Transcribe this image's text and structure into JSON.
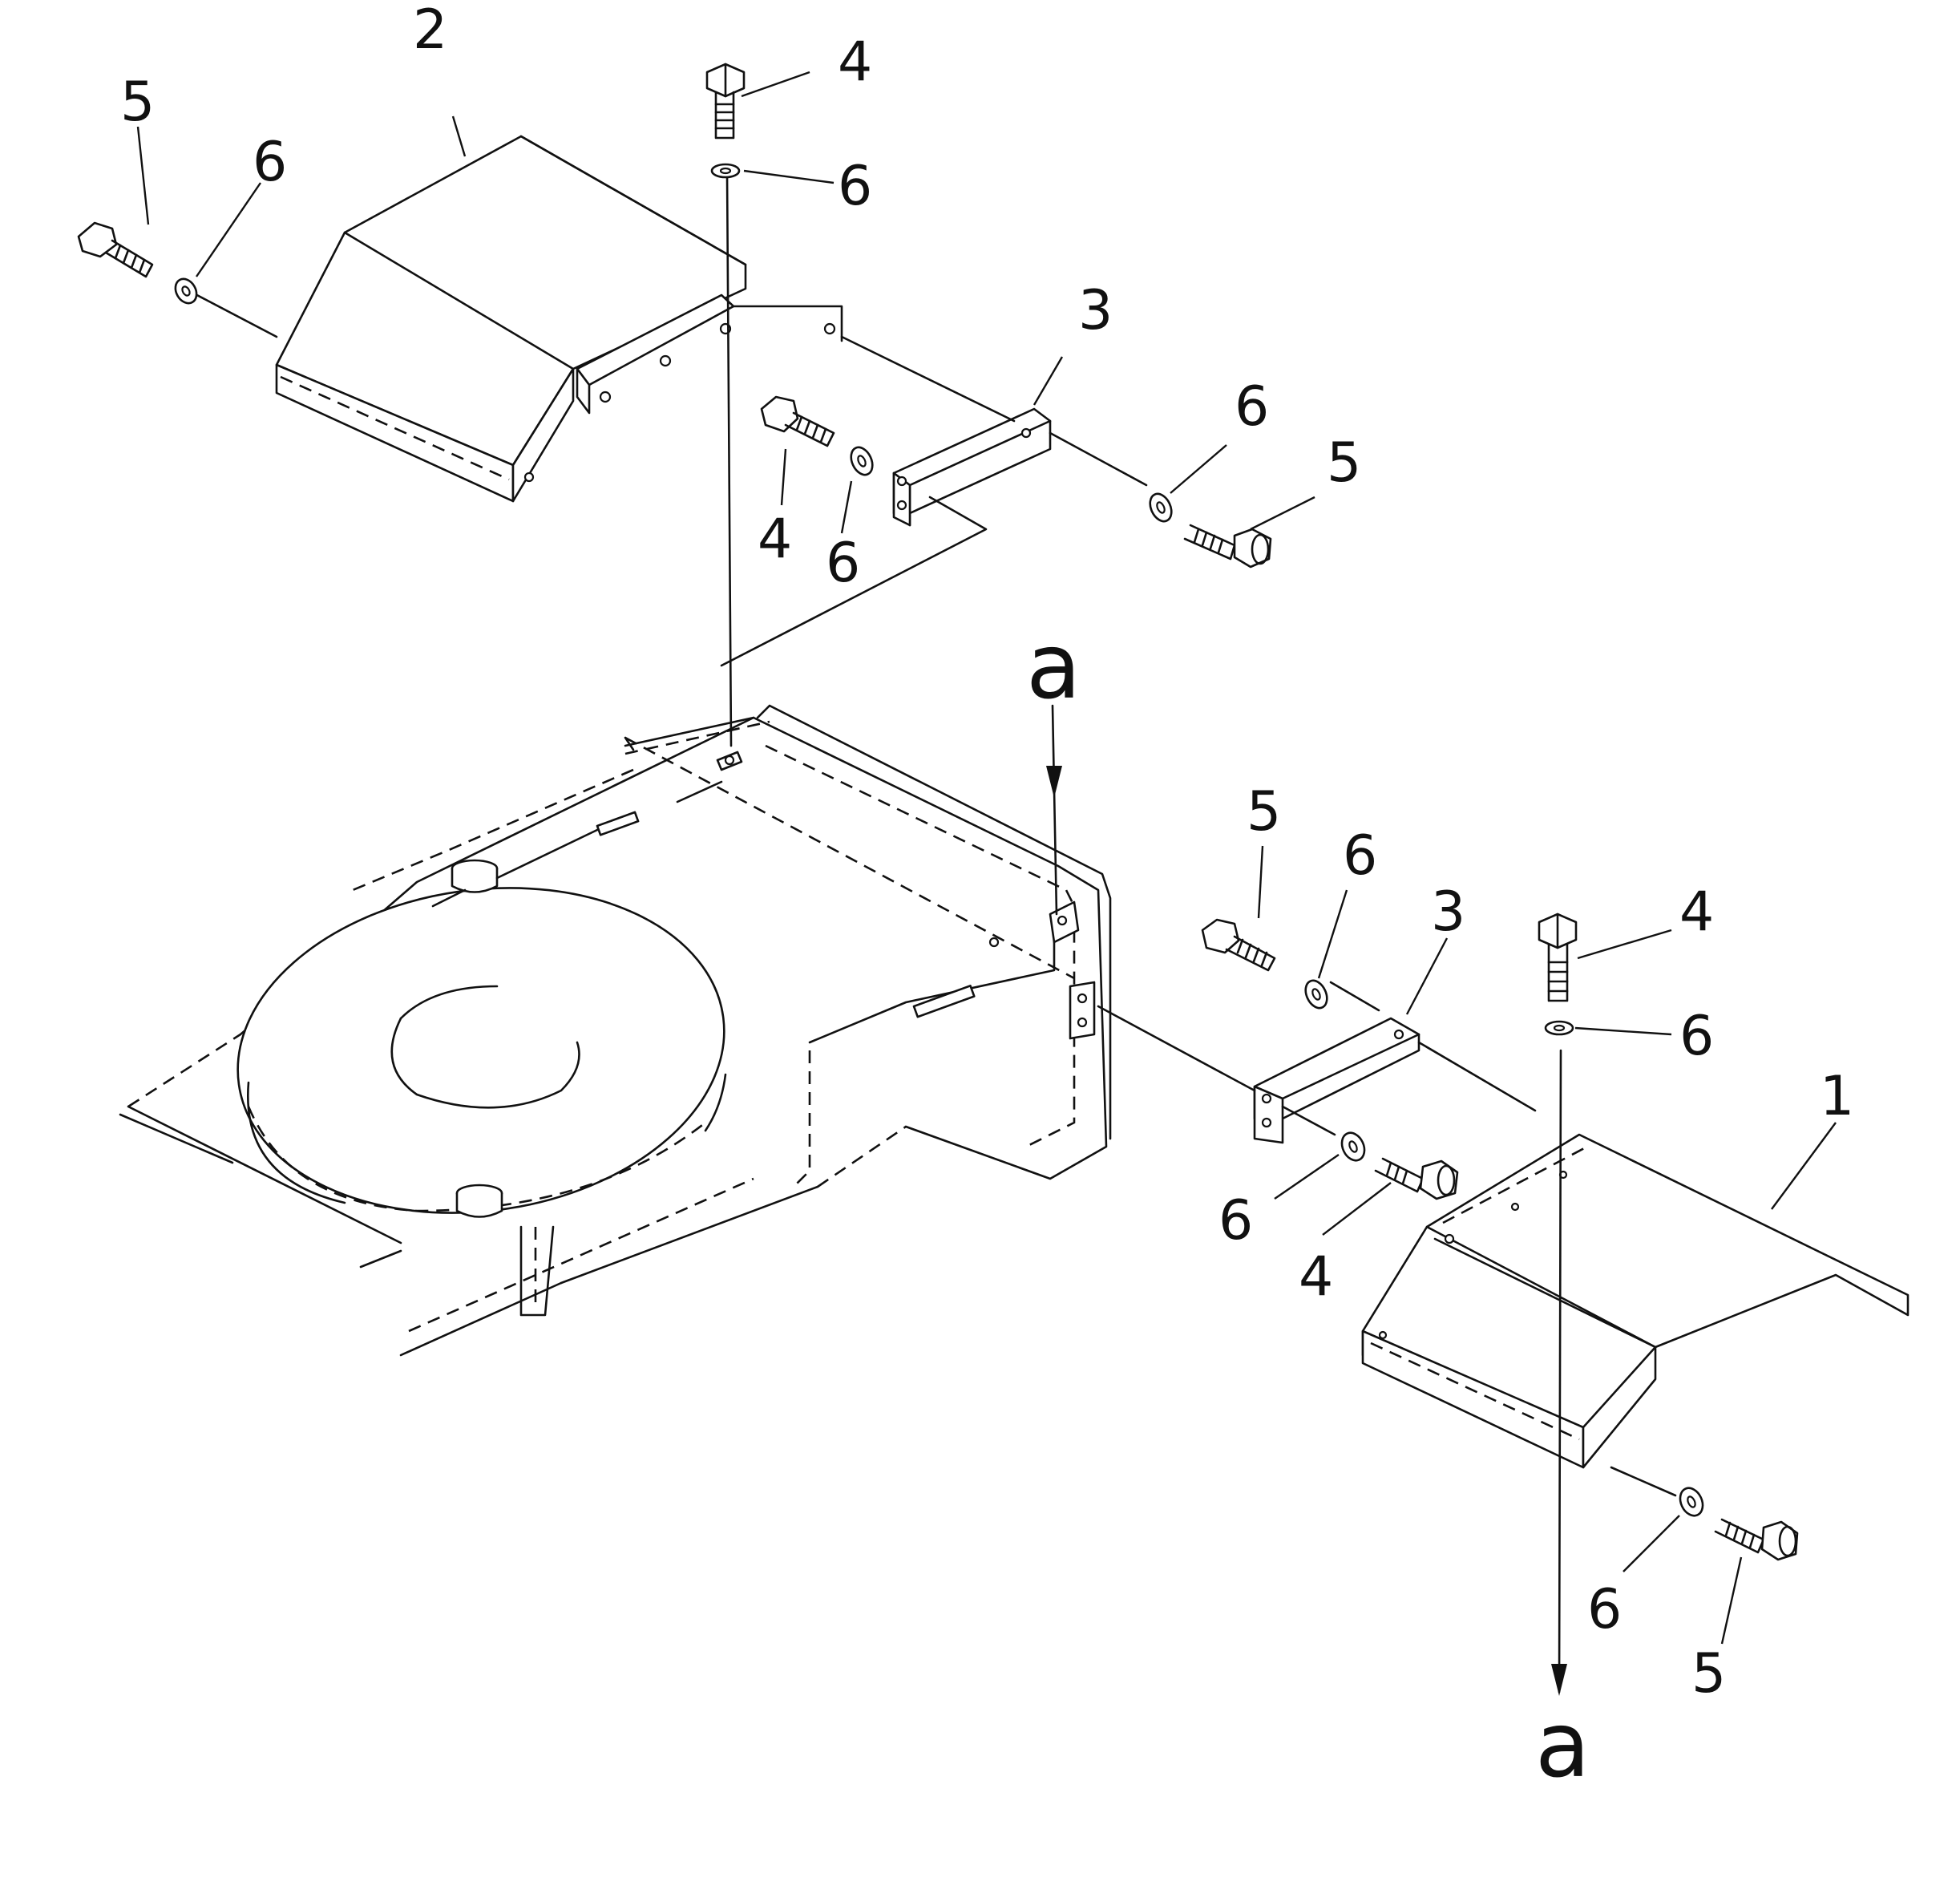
{
  "callouts": {
    "c1": "1",
    "c2": "2",
    "c3a": "3",
    "c3b": "3",
    "c4a": "4",
    "c4b": "4",
    "c4c": "4",
    "c4d": "4",
    "c5a": "5",
    "c5b": "5",
    "c5c": "5",
    "c5d": "5",
    "c6a": "6",
    "c6b": "6",
    "c6c": "6",
    "c6d": "6",
    "c6e": "6",
    "c6f": "6",
    "c6g": "6",
    "c6h": "6"
  },
  "arrow_labels": {
    "a_top": "a",
    "a_bottom": "a"
  },
  "colors": {
    "line": "#111111",
    "background": "#ffffff"
  }
}
